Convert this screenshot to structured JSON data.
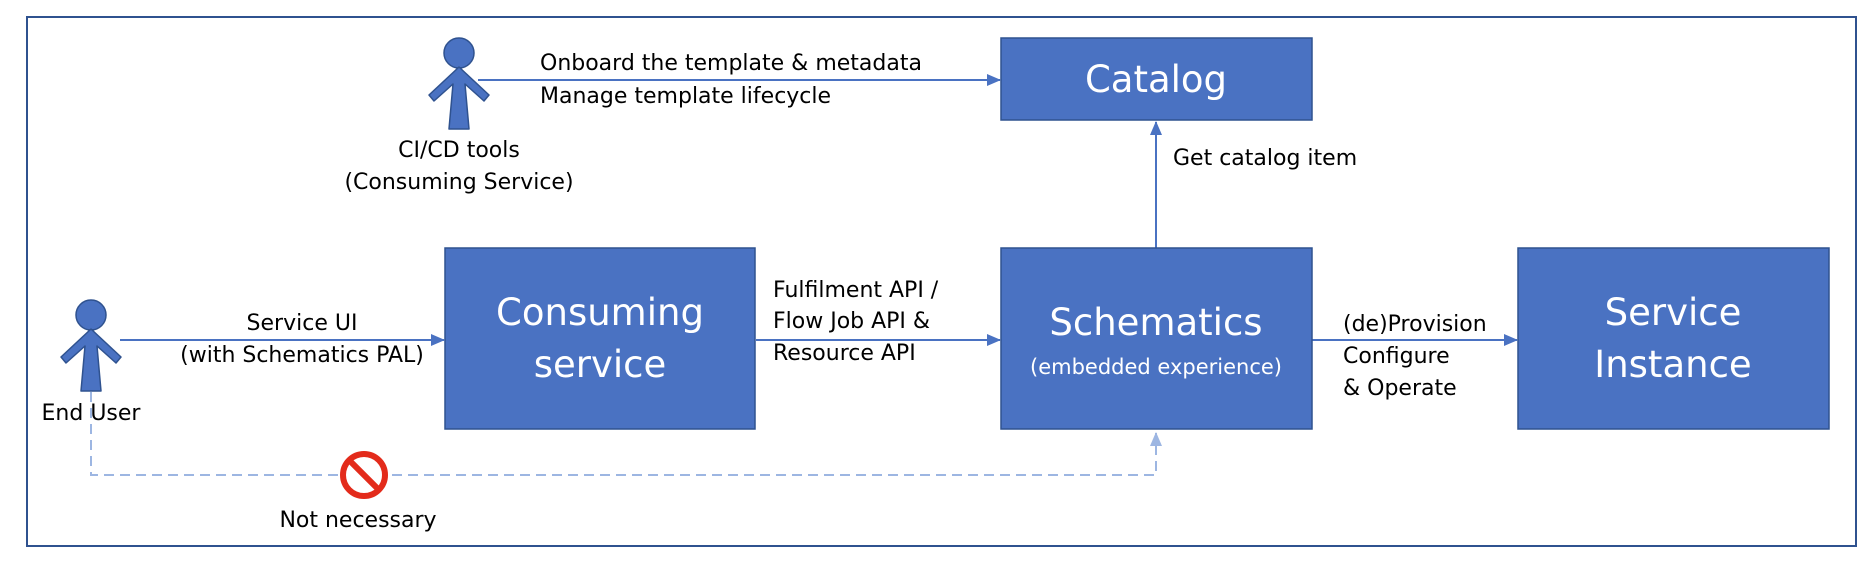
{
  "boxes": {
    "catalog": {
      "title": "Catalog"
    },
    "consuming_service": {
      "line1": "Consuming",
      "line2": "service"
    },
    "schematics": {
      "title": "Schematics",
      "subtitle": "(embedded experience)"
    },
    "service_instance": {
      "line1": "Service",
      "line2": "Instance"
    }
  },
  "actors": {
    "cicd": {
      "line1": "CI/CD tools",
      "line2": "(Consuming Service)"
    },
    "end_user": {
      "label": "End User"
    }
  },
  "edges": {
    "cicd_to_catalog": {
      "line1": "Onboard the template & metadata",
      "line2": "Manage template lifecycle"
    },
    "schematics_to_catalog": {
      "label": "Get catalog item"
    },
    "user_to_consuming": {
      "line1": "Service UI",
      "line2": "(with Schematics PAL)"
    },
    "consuming_to_schematics": {
      "line1": "Fulfilment API /",
      "line2": "Flow Job API &",
      "line3": "Resource API"
    },
    "schematics_to_instance": {
      "line1": "(de)Provision",
      "line2": "Configure",
      "line3": "& Operate"
    },
    "user_to_schematics_direct": {
      "label": "Not necessary"
    }
  },
  "colors": {
    "box_fill": "#4A72C2",
    "box_stroke": "#2F528F",
    "arrow": "#4A72C2",
    "dashed_arrow": "#9DB6E2",
    "frame": "#2F528F",
    "prohibited": "#E32B1B"
  }
}
